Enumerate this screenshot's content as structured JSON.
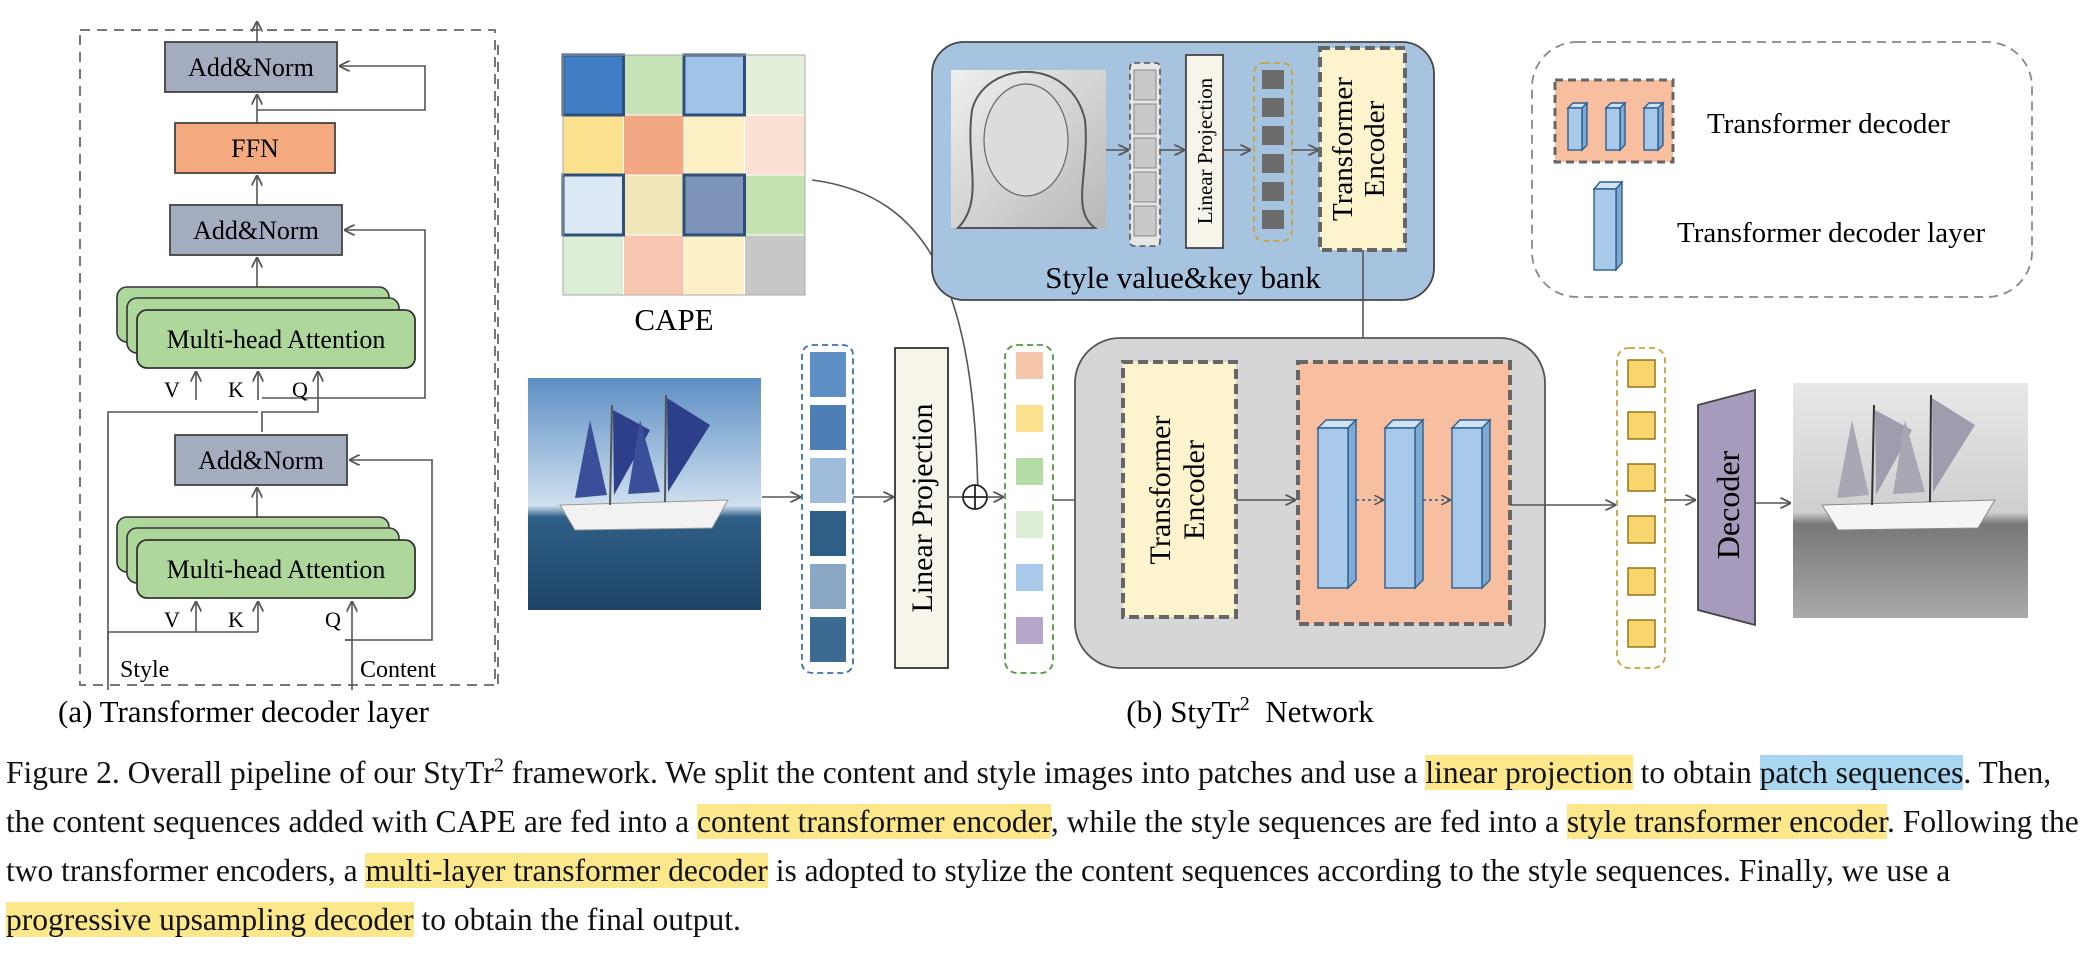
{
  "panel_a": {
    "caption": "(a) Transformer decoder layer",
    "blocks": {
      "addnorm_top": "Add&Norm",
      "ffn": "FFN",
      "addnorm_mid": "Add&Norm",
      "mha_upper": "Multi-head Attention",
      "addnorm_low": "Add&Norm",
      "mha_lower": "Multi-head Attention"
    },
    "inputs_upper": [
      "V",
      "K",
      "Q"
    ],
    "inputs_lower": [
      "V",
      "K",
      "Q"
    ],
    "style_label": "Style",
    "content_label": "Content"
  },
  "panel_b": {
    "caption_prefix": "(b) StyTr",
    "caption_sup": "2",
    "caption_suffix": "  Network",
    "cape_label": "CAPE",
    "style_bank_label": "Style value&key bank",
    "linear_projection_small": "Linear Projection",
    "transformer_encoder_style": [
      "Transformer",
      "Encoder"
    ],
    "linear_projection_main": "Linear Projection",
    "plus_symbol": "⊕",
    "transformer_encoder_content": [
      "Transformer",
      "Encoder"
    ],
    "decoder_label": "Decoder"
  },
  "legend": {
    "decoder": "Transformer decoder",
    "decoder_layer": "Transformer decoder layer"
  },
  "caption": {
    "t1": "Figure 2. Overall pipeline of our StyTr",
    "sup": "2",
    "t2": " framework. We split the content and style images into patches and use a ",
    "h1": "linear projection",
    "t3": " to obtain ",
    "h2": "patch sequences",
    "t4": ". Then, the content sequences added with CAPE are fed into a ",
    "h3": "content transformer encoder",
    "t5": ", while the style sequences are fed into a ",
    "h4": "style transformer encoder",
    "t6": ". Following the two transformer encoders, a ",
    "h5": "multi-layer transformer decoder",
    "t7": " is adopted to stylize the content sequences according to the style sequences. Finally, we use a ",
    "h6": "progressive upsampling decoder",
    "t8": " to obtain the final output."
  },
  "colors": {
    "addnorm_fill": "#a4adbf",
    "ffn_fill": "#f4a97e",
    "attention_fill": "#aed89b",
    "style_bank_fill": "#a6c3e0",
    "network_fill": "#d6d6d6",
    "decoder_panel_fill": "#f7bfa0",
    "encoder_fill": "#fdf3cc",
    "decoder_fill": "#a79bbd",
    "highlight_yellow": "#fce88a",
    "highlight_blue": "#a9d6f0"
  }
}
